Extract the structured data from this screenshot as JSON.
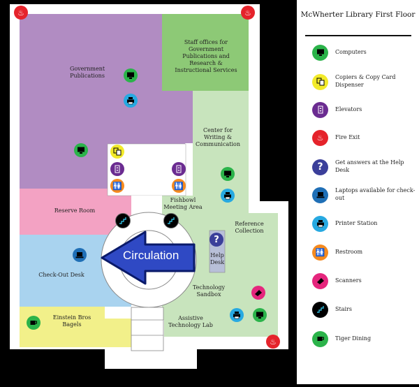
{
  "map": {
    "rooms": {
      "government_publications": "Government Publications",
      "staff_offices": "Staff offices for Government Publications and Research & Instructional Services",
      "center_writing": "Center for Writing & Communication",
      "reserve_room": "Reserve Room",
      "fishbowl": "Fishbowl Meeting Area",
      "reference_collection": "Reference Collection",
      "checkout_desk": "Check-Out Desk",
      "help_desk": "Help Desk",
      "technology_sandbox": "Technology Sandbox",
      "assistive_tech": "Assistive Technology Lab",
      "einstein_bagels": "Einstein Bros Bagels"
    },
    "circulation_arrow": "Circulation"
  },
  "legend": {
    "title": "McWherter Library First Floor",
    "items": [
      {
        "label": "Computers",
        "icon": "computer-icon",
        "color": "#2bb34a"
      },
      {
        "label": "Copiers & Copy Card Dispenser",
        "icon": "copier-icon",
        "color": "#f2ea2a"
      },
      {
        "label": "Elevators",
        "icon": "elevator-icon",
        "color": "#6b2c91"
      },
      {
        "label": "Fire Exit",
        "icon": "fire-exit-icon",
        "color": "#e5232b"
      },
      {
        "label": "Get answers at the Help Desk",
        "icon": "help-icon",
        "color": "#3b3f9a"
      },
      {
        "label": "Laptops available for check-out",
        "icon": "laptop-icon",
        "color": "#1f6fb6"
      },
      {
        "label": "Printer Station",
        "icon": "printer-icon",
        "color": "#27a9e1"
      },
      {
        "label": "Restroom",
        "icon": "restroom-icon",
        "color": "#f58a1f"
      },
      {
        "label": "Scanners",
        "icon": "scanner-icon",
        "color": "#e5267d"
      },
      {
        "label": "Stairs",
        "icon": "stairs-icon",
        "color": "#000000"
      },
      {
        "label": "Tiger Dining",
        "icon": "dining-icon",
        "color": "#2bb34a"
      }
    ]
  },
  "colors": {
    "government_publications": "#b18cc2",
    "staff_green": "#8dc976",
    "light_green": "#c8e4bd",
    "reserve_pink": "#f3a2c3",
    "checkout_blue": "#a9d3ef",
    "bagels_yellow": "#f2f08a",
    "circulation_arrow": "#2f49c4"
  }
}
